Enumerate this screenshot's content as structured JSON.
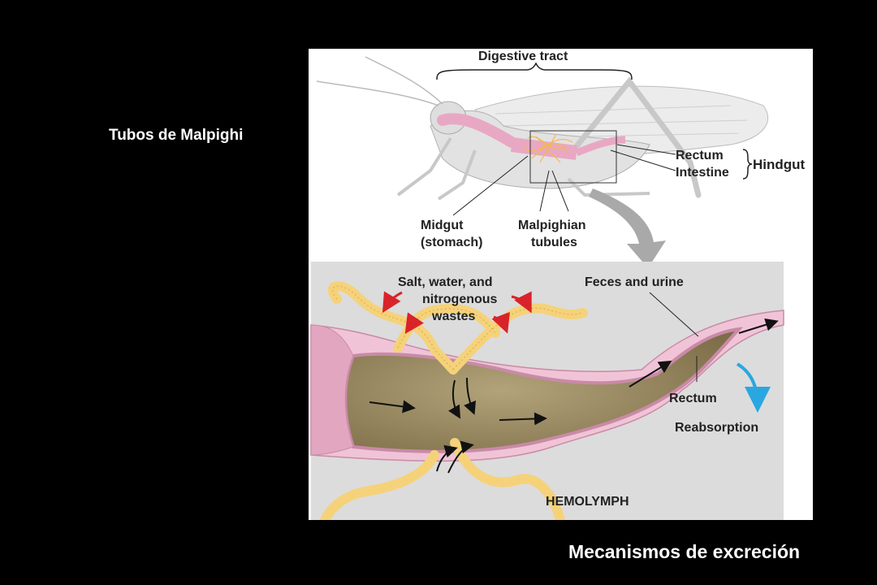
{
  "slide": {
    "title": "Tubos de Malpighi",
    "caption": "Mecanismos de excreción"
  },
  "figure": {
    "top_labels": {
      "digestive_tract": "Digestive tract",
      "rectum": "Rectum",
      "intestine": "Intestine",
      "hindgut": "Hindgut",
      "midgut_line1": "Midgut",
      "midgut_line2": "(stomach)",
      "malpighian_line1": "Malpighian",
      "malpighian_line2": "tubules"
    },
    "bottom_labels": {
      "salt_line1": "Salt, water, and",
      "salt_line2": "nitrogenous",
      "salt_line3": "wastes",
      "feces_urine": "Feces and urine",
      "rectum": "Rectum",
      "reabsorption": "Reabsorption",
      "hemolymph": "HEMOLYMPH"
    },
    "colors": {
      "gut_pink": "#e8a8c4",
      "tubule_yellow": "#f5d27a",
      "contents_brown": "#8a7a55",
      "hemolymph_bg": "#dcdcdc",
      "arrow_red": "#d9232a",
      "arrow_blue": "#2aa7e0"
    }
  }
}
